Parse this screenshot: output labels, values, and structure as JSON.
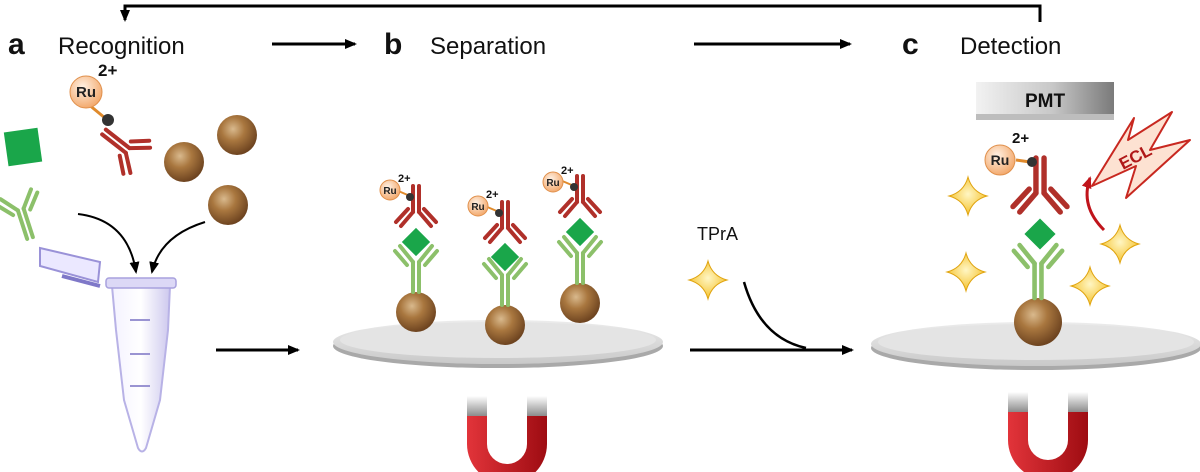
{
  "panels": [
    {
      "letter": "a",
      "title": "Recognition"
    },
    {
      "letter": "b",
      "title": "Separation"
    },
    {
      "letter": "c",
      "title": "Detection"
    }
  ],
  "labels": {
    "ru": "Ru",
    "charge": "2+",
    "reagent": "TPrA",
    "detector": "PMT",
    "emission": "ECL"
  },
  "colors": {
    "antigen": "#1aa64a",
    "detection_antibody": "#b0302a",
    "capture_antibody": "#8cc06a",
    "bead": "#8a5a2e",
    "ru_label": "#f6b27a",
    "coreactant": "#f6c730",
    "magnet": "#c8141b",
    "plate": "#d9d9d9"
  },
  "icons": [
    "tube-icon",
    "bead-icon",
    "antibody-icon",
    "antigen-icon",
    "magnet-icon",
    "star-icon",
    "lightning-icon"
  ]
}
